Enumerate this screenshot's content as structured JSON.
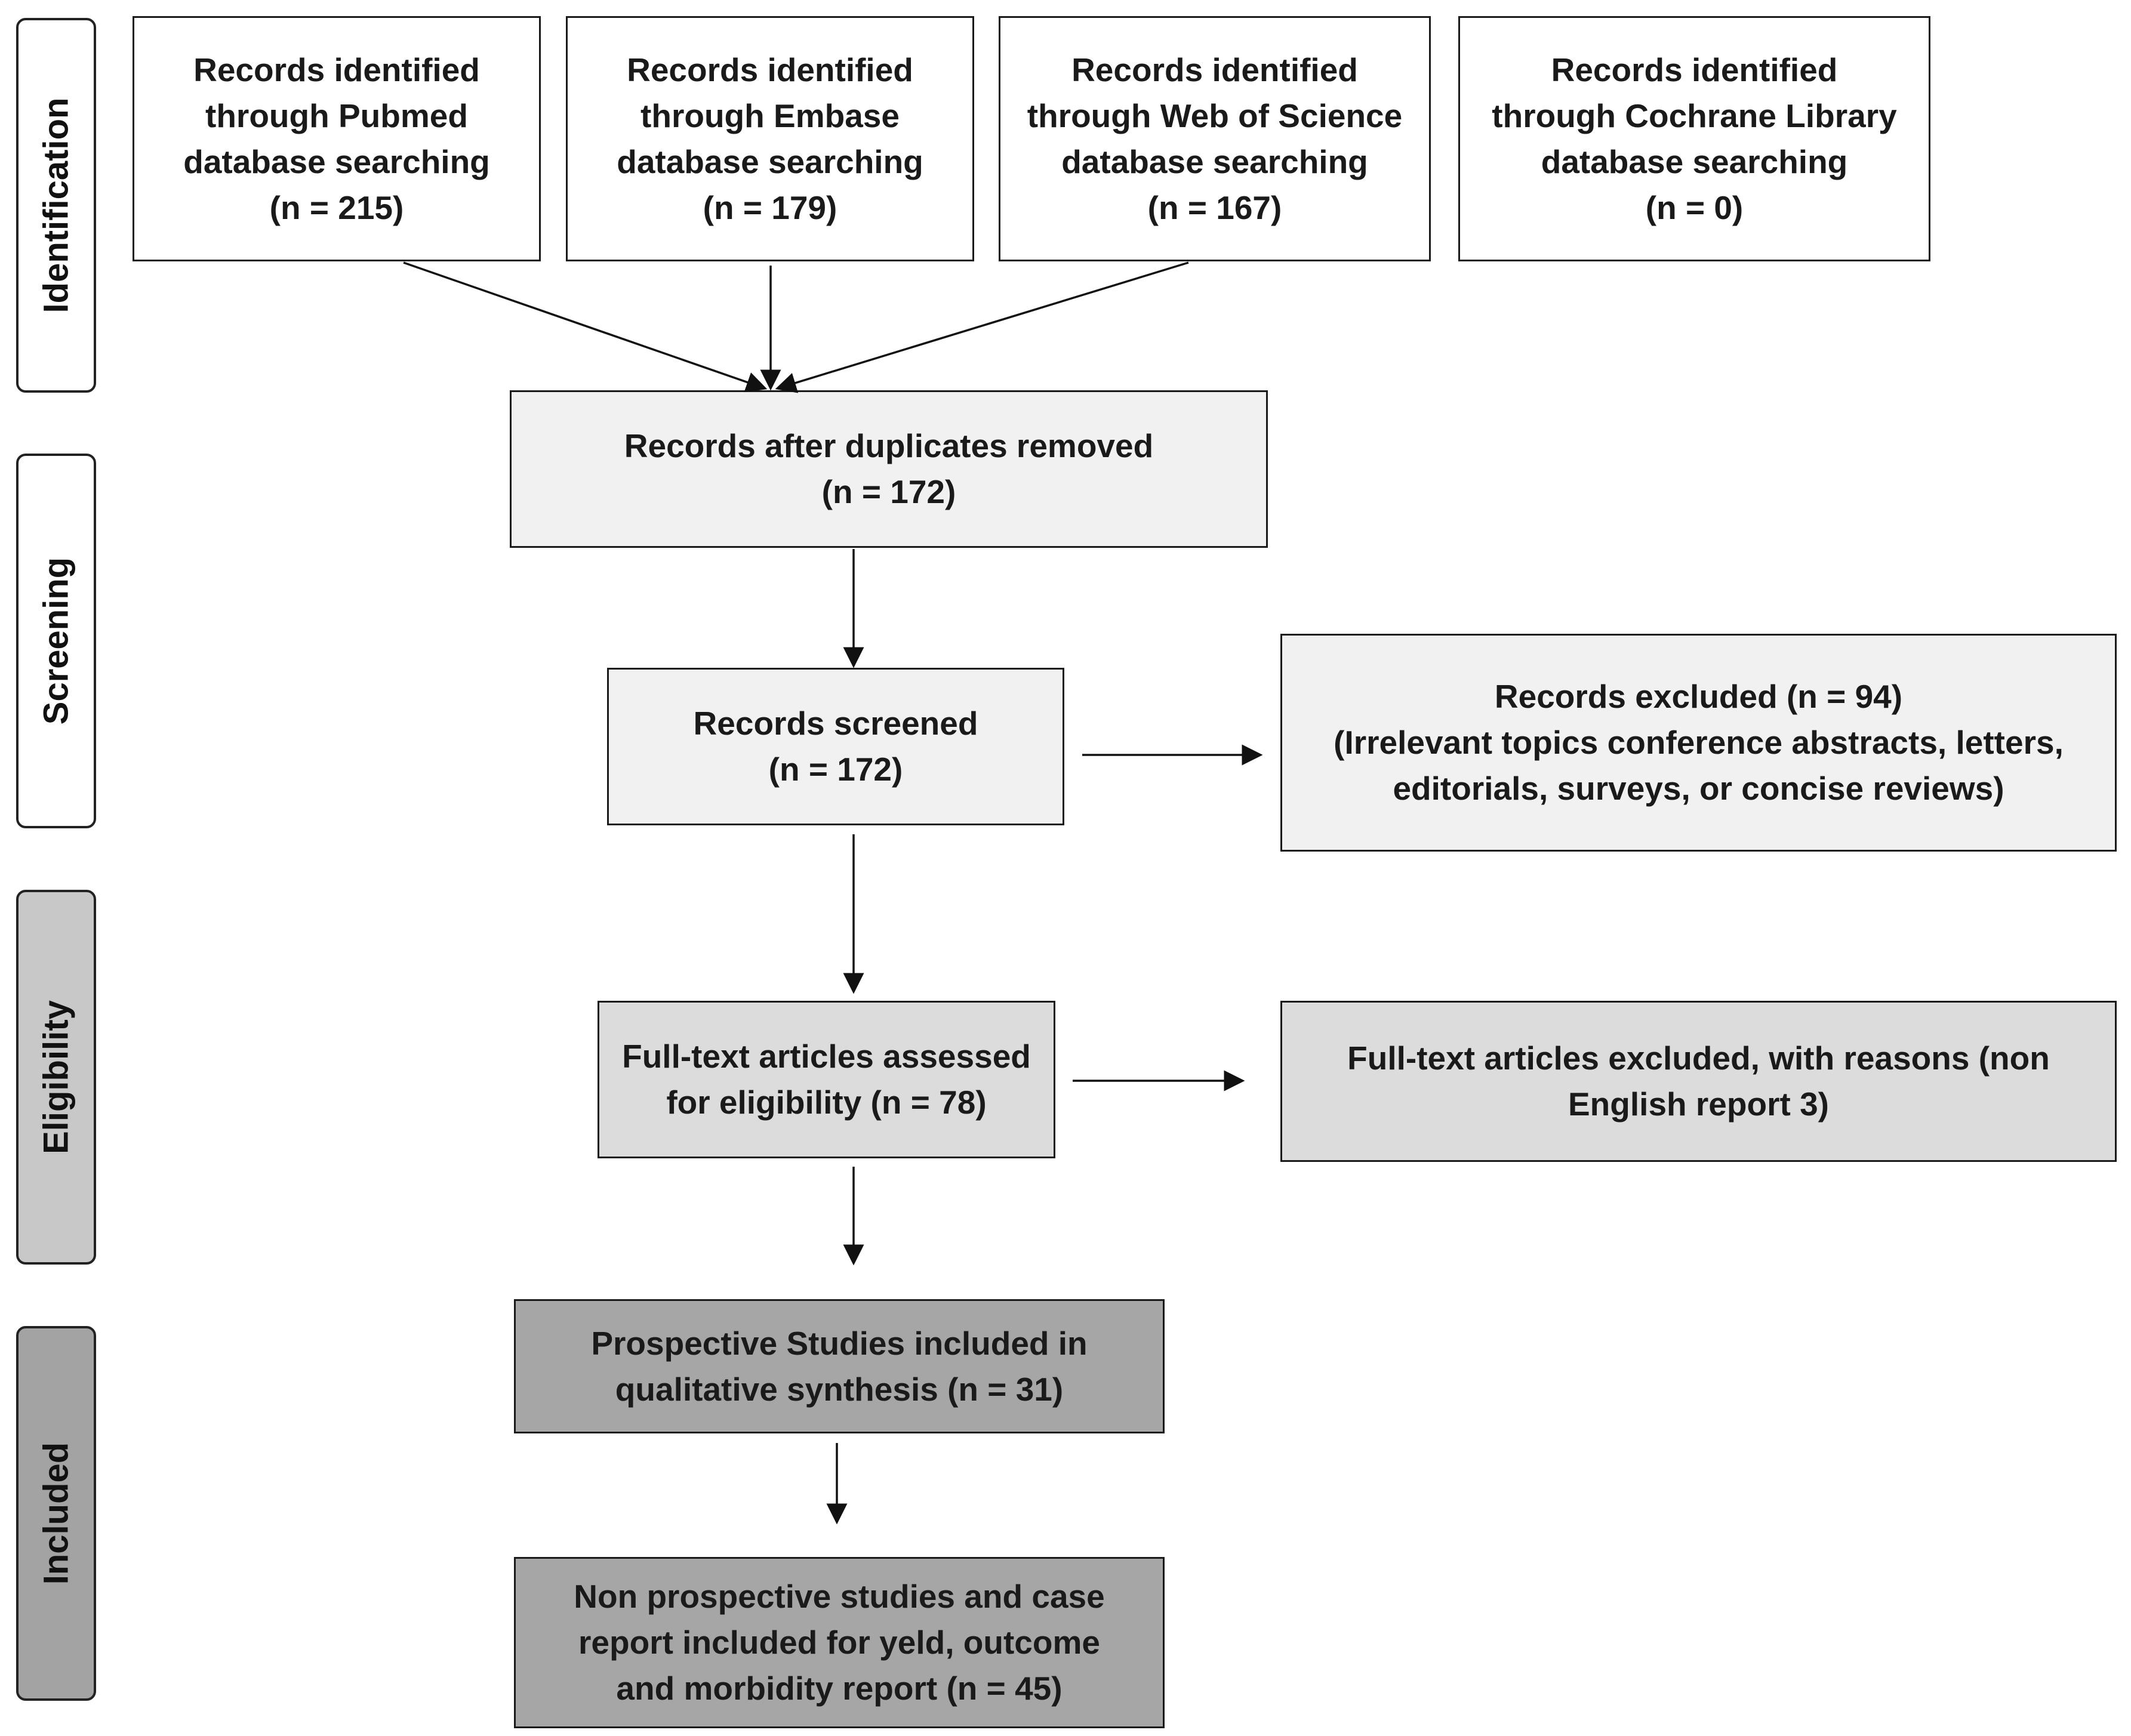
{
  "phases": {
    "identification": "Identification",
    "screening": "Screening",
    "eligibility": "Eligibility",
    "included": "Included"
  },
  "boxes": {
    "pubmed": {
      "lines": [
        "Records identified",
        "through Pubmed",
        "database searching",
        "(n = 215)"
      ]
    },
    "embase": {
      "lines": [
        "Records identified",
        "through Embase",
        "database searching",
        "(n = 179)"
      ]
    },
    "wos": {
      "lines": [
        "Records identified",
        "through Web of Science",
        "database searching",
        "(n = 167)"
      ]
    },
    "cochrane": {
      "lines": [
        "Records identified",
        "through Cochrane Library",
        "database searching",
        "(n = 0)"
      ]
    },
    "duplicates_removed": {
      "lines": [
        "Records after duplicates removed",
        "(n = 172)"
      ]
    },
    "screened": {
      "lines": [
        "Records screened",
        "(n = 172)"
      ]
    },
    "excluded": {
      "lines": [
        "Records  excluded (n = 94)",
        "(Irrelevant topics conference abstracts, letters,",
        "editorials, surveys, or concise reviews)"
      ]
    },
    "fulltext_assessed": {
      "lines": [
        "Full-text articles assessed",
        "for eligibility (n = 78)"
      ]
    },
    "fulltext_excluded": {
      "lines": [
        "Full-text articles excluded, with reasons (non",
        "English report 3)"
      ]
    },
    "prospective": {
      "lines": [
        "Prospective Studies included in",
        "qualitative synthesis (n = 31)"
      ]
    },
    "non_prospective": {
      "lines": [
        "Non prospective studies and case",
        "report included for yeld, outcome",
        "and morbidity report (n = 45)"
      ]
    }
  }
}
